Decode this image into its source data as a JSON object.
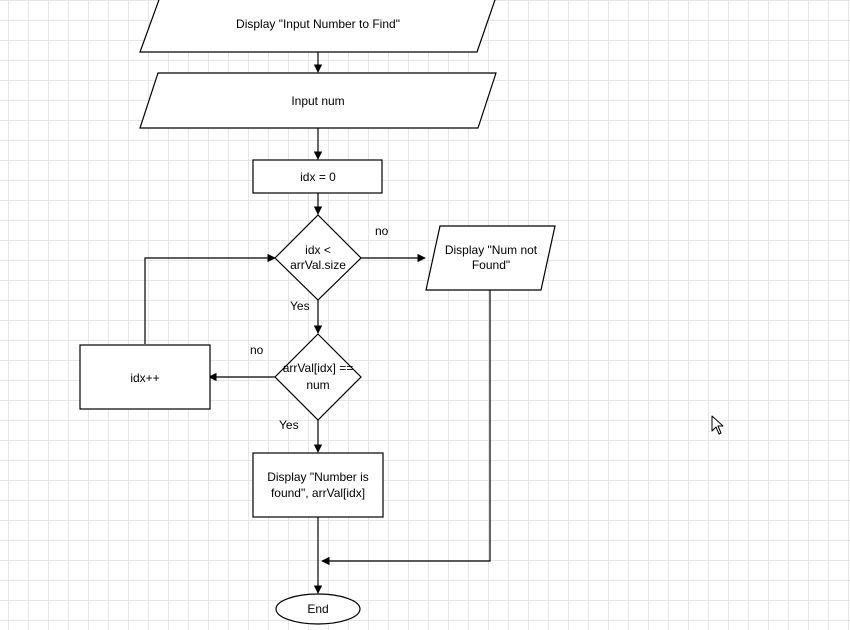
{
  "nodes": {
    "display_prompt": "Display \"Input Number to Find\"",
    "input_num": "Input num",
    "init_idx": "idx = 0",
    "loop_check": [
      "idx <",
      "arrVal.size"
    ],
    "not_found": [
      "Display \"Num not",
      "Found\""
    ],
    "inc_idx": "idx++",
    "match_check": [
      "arrVal[idx] ==",
      "num"
    ],
    "found": [
      "Display \"Number is",
      "found\", arrVal[idx]"
    ],
    "end": "End"
  },
  "edges": {
    "loop_yes": "Yes",
    "loop_no": "no",
    "match_yes": "Yes",
    "match_no": "no"
  },
  "icons": {
    "cursor": "mouse-pointer-icon"
  }
}
